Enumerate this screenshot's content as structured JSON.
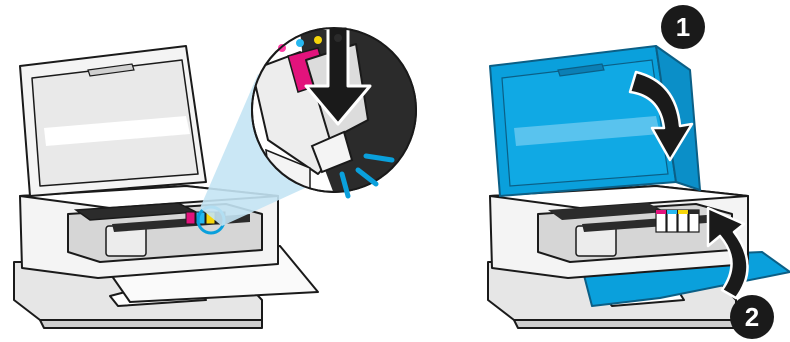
{
  "illustration": {
    "left_panel": {
      "subject": "printer-with-open-lid",
      "callout": "cartridge-press-down",
      "ink_dot_colors": [
        "#ff3ea5",
        "#27b8f0",
        "#f6d60a",
        "#2a2a2a"
      ]
    },
    "right_panel": {
      "subject": "printer-closing-lid-and-door",
      "steps": [
        {
          "number": "1"
        },
        {
          "number": "2"
        }
      ]
    },
    "colors": {
      "highlight_blue": "#0aa0dc",
      "highlight_blue_edge": "#0b5f86",
      "outline": "#1a1a1a",
      "body_light": "#f2f2f2",
      "body_mid": "#c9c9c9",
      "body_dark": "#2b2b2b",
      "magenta_cartridge": "#e2137c",
      "accent_light_blue": "#c4e4f4"
    }
  }
}
